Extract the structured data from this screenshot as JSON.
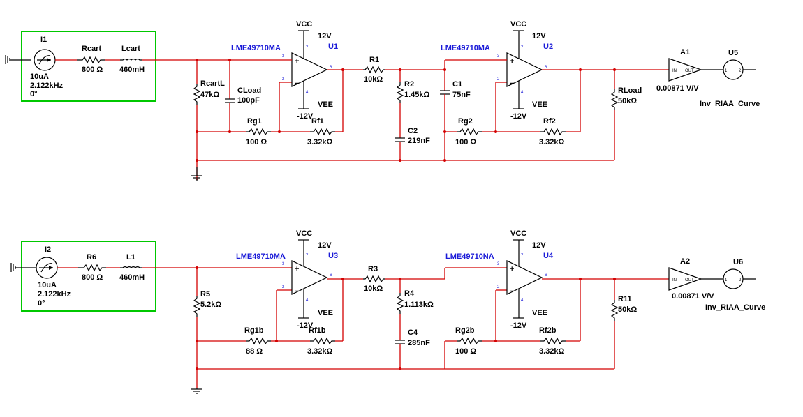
{
  "top": {
    "source": {
      "ref": "I1",
      "current": "10uA",
      "freq": "2.122kHz",
      "phase": "0°"
    },
    "rcart": {
      "ref": "Rcart",
      "value": "800 Ω"
    },
    "lcart": {
      "ref": "Lcart",
      "value": "460mH"
    },
    "rload_cart": {
      "ref": "RcartL",
      "value": "47kΩ"
    },
    "cload": {
      "ref": "CLoad",
      "value": "100pF"
    },
    "u1": {
      "ref": "U1",
      "part": "LME49710MA",
      "vcc": "VCC",
      "vcc_v": "12V",
      "vee": "VEE",
      "vee_v": "-12V"
    },
    "rg1": {
      "ref": "Rg1",
      "value": "100 Ω"
    },
    "rf1": {
      "ref": "Rf1",
      "value": "3.32kΩ"
    },
    "r1": {
      "ref": "R1",
      "value": "10kΩ"
    },
    "r2": {
      "ref": "R2",
      "value": "1.45kΩ"
    },
    "c2": {
      "ref": "C2",
      "value": "219nF"
    },
    "c1": {
      "ref": "C1",
      "value": "75nF"
    },
    "u2": {
      "ref": "U2",
      "part": "LME49710MA",
      "vcc": "VCC",
      "vcc_v": "12V",
      "vee": "VEE",
      "vee_v": "-12V"
    },
    "rg2": {
      "ref": "Rg2",
      "value": "100 Ω"
    },
    "rf2": {
      "ref": "Rf2",
      "value": "3.32kΩ"
    },
    "rload": {
      "ref": "RLoad",
      "value": "50kΩ"
    },
    "amp": {
      "ref": "A1",
      "gain": "0.00871 V/V",
      "in": "IN",
      "out": "OUT"
    },
    "probe": {
      "ref": "U5",
      "name": "Inv_RIAA_Curve"
    }
  },
  "bottom": {
    "source": {
      "ref": "I2",
      "current": "10uA",
      "freq": "2.122kHz",
      "phase": "0°"
    },
    "rcart": {
      "ref": "R6",
      "value": "800 Ω"
    },
    "lcart": {
      "ref": "L1",
      "value": "460mH"
    },
    "rload_cart": {
      "ref": "R5",
      "value": "5.2kΩ"
    },
    "u1": {
      "ref": "U3",
      "part": "LME49710MA",
      "vcc": "VCC",
      "vcc_v": "12V",
      "vee": "VEE",
      "vee_v": "-12V"
    },
    "rg1": {
      "ref": "Rg1b",
      "value": "88 Ω"
    },
    "rf1": {
      "ref": "Rf1b",
      "value": "3.32kΩ"
    },
    "r1": {
      "ref": "R3",
      "value": "10kΩ"
    },
    "r2": {
      "ref": "R4",
      "value": "1.113kΩ"
    },
    "c2": {
      "ref": "C4",
      "value": "285nF"
    },
    "u2": {
      "ref": "U4",
      "part": "LME49710NA",
      "vcc": "VCC",
      "vcc_v": "12V",
      "vee": "VEE",
      "vee_v": "-12V"
    },
    "rg2": {
      "ref": "Rg2b",
      "value": "100 Ω"
    },
    "rf2": {
      "ref": "Rf2b",
      "value": "3.32kΩ"
    },
    "rload": {
      "ref": "R11",
      "value": "50kΩ"
    },
    "amp": {
      "ref": "A2",
      "gain": "0.00871 V/V",
      "in": "IN",
      "out": "OUT"
    },
    "probe": {
      "ref": "U6",
      "name": "Inv_RIAA_Curve"
    }
  },
  "pins": {
    "p1": "1",
    "p2": "2",
    "p3": "3",
    "p4": "4",
    "p6": "6",
    "p7": "7"
  }
}
